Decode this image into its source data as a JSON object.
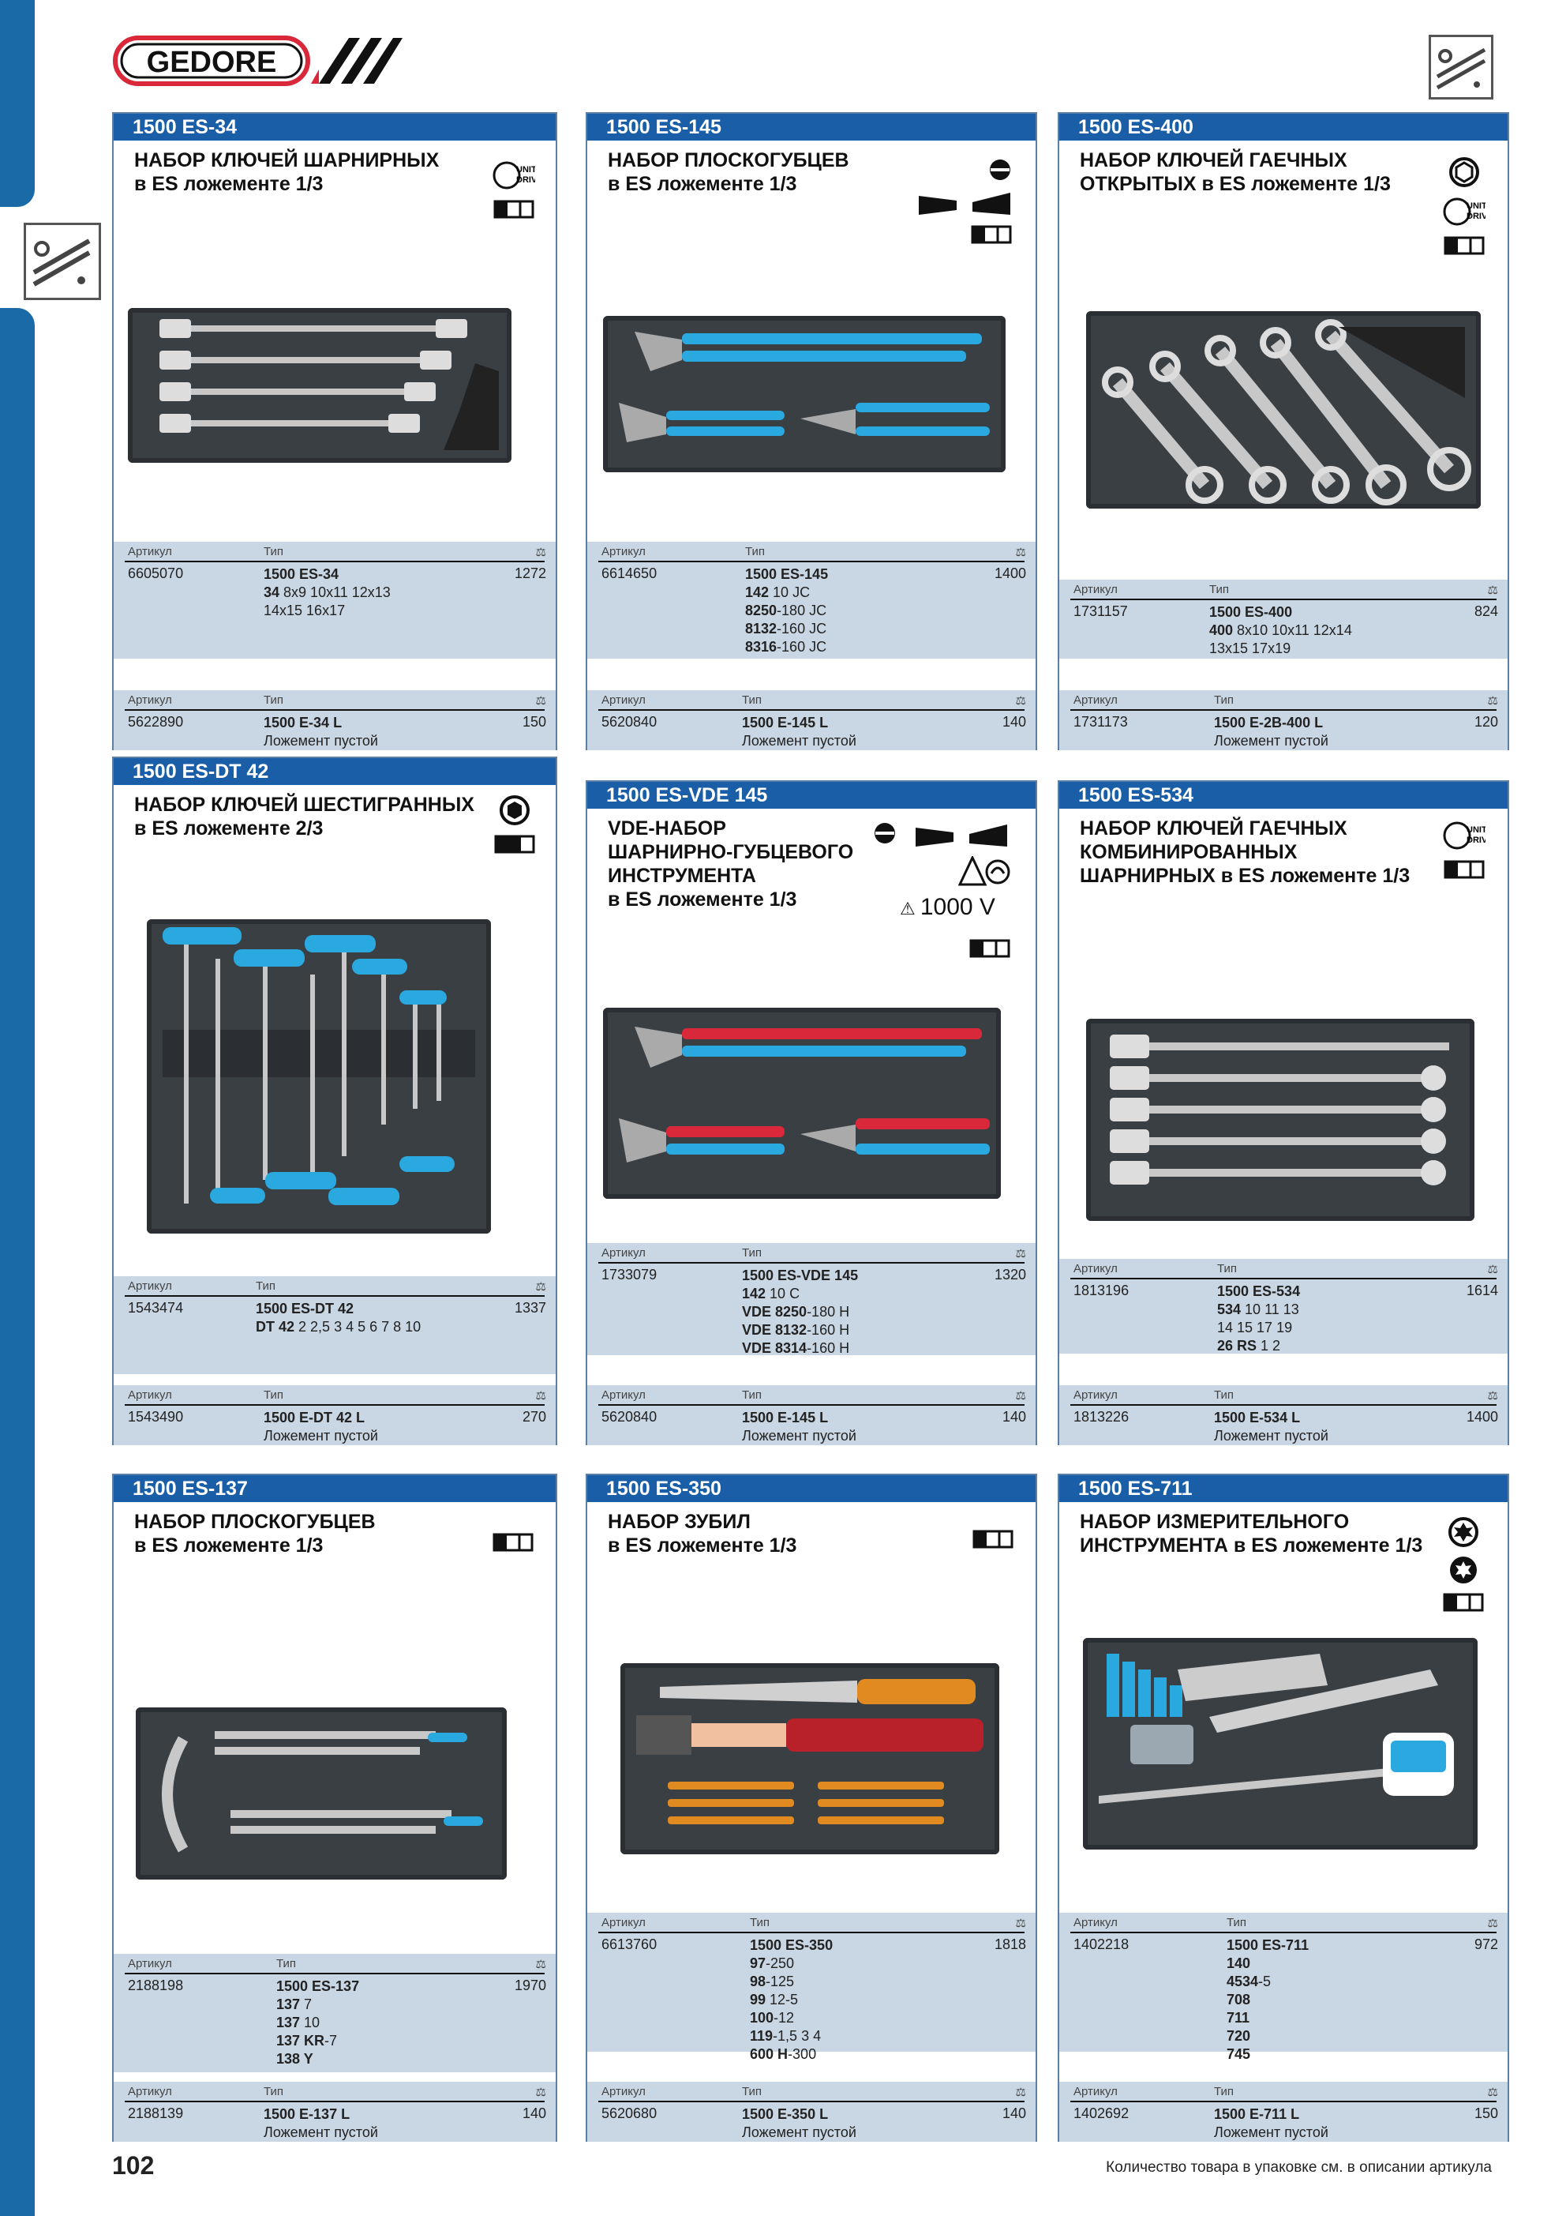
{
  "brand": "GEDORE",
  "page_number": "102",
  "footer_note": "Количество товара в упаковке см. в описании артикула",
  "labels": {
    "article": "Артикул",
    "type": "Тип"
  },
  "colors": {
    "accent": "#1a5ea8",
    "spec_bg": "#c9d6e3",
    "tool_blue": "#2aa8e0",
    "tool_red": "#d8283a"
  },
  "unit_drive": {
    "line1": "UNIT",
    "line2": "DRIVE"
  },
  "vde_voltage": "1000 V",
  "cards": [
    {
      "id": "1500 ES-34",
      "title_lines": [
        "НАБОР КЛЮЧЕЙ ШАРНИРНЫХ",
        "в ES ложементе 1/3"
      ],
      "rows": [
        {
          "article": "6605070",
          "type_lines": [
            [
              "1500 ES-34",
              ""
            ],
            [
              "34",
              " 8x9  10x11  12x13"
            ],
            [
              "",
              "14x15  16x17"
            ]
          ],
          "qty": "1272"
        },
        {
          "article": "5622890",
          "type_lines": [
            [
              "1500 E-34 L",
              ""
            ],
            [
              "",
              "Ложемент пустой"
            ]
          ],
          "qty": "150"
        }
      ]
    },
    {
      "id": "1500 ES-145",
      "title_lines": [
        "НАБОР ПЛОСКОГУБЦЕВ",
        "в ES ложементе 1/3"
      ],
      "rows": [
        {
          "article": "6614650",
          "type_lines": [
            [
              "1500 ES-145",
              ""
            ],
            [
              "142",
              " 10 JC"
            ],
            [
              "8250",
              "-180 JC"
            ],
            [
              "8132",
              "-160 JC"
            ],
            [
              "8316",
              "-160 JC"
            ]
          ],
          "qty": "1400"
        },
        {
          "article": "5620840",
          "type_lines": [
            [
              "1500 E-145 L",
              ""
            ],
            [
              "",
              "Ложемент пустой"
            ]
          ],
          "qty": "140"
        }
      ]
    },
    {
      "id": "1500 ES-400",
      "title_lines": [
        "НАБОР КЛЮЧЕЙ ГАЕЧНЫХ",
        "ОТКРЫТЫХ в ES ложементе 1/3"
      ],
      "rows": [
        {
          "article": "1731157",
          "type_lines": [
            [
              "1500 ES-400",
              ""
            ],
            [
              "400",
              " 8x10  10x11  12x14"
            ],
            [
              "",
              "13x15  17x19"
            ]
          ],
          "qty": "824"
        },
        {
          "article": "1731173",
          "type_lines": [
            [
              "1500 E-2B-400 L",
              ""
            ],
            [
              "",
              "Ложемент пустой"
            ]
          ],
          "qty": "120"
        }
      ]
    },
    {
      "id": "1500 ES-DT 42",
      "title_lines": [
        "НАБОР КЛЮЧЕЙ ШЕСТИГРАННЫХ",
        "в ES ложементе 2/3"
      ],
      "rows": [
        {
          "article": "1543474",
          "type_lines": [
            [
              "1500 ES-DT 42",
              ""
            ],
            [
              "DT 42",
              " 2  2,5  3  4  5  6  7  8  10"
            ]
          ],
          "qty": "1337"
        },
        {
          "article": "1543490",
          "type_lines": [
            [
              "1500 E-DT 42 L",
              ""
            ],
            [
              "",
              "Ложемент пустой"
            ]
          ],
          "qty": "270"
        }
      ]
    },
    {
      "id": "1500 ES-VDE 145",
      "title_lines": [
        "VDE-НАБОР",
        "ШАРНИРНО-ГУБЦЕВОГО",
        "ИНСТРУМЕНТА",
        "в ES ложементе 1/3"
      ],
      "rows": [
        {
          "article": "1733079",
          "type_lines": [
            [
              "1500 ES-VDE 145",
              ""
            ],
            [
              "142",
              " 10 C"
            ],
            [
              "VDE 8250",
              "-180 H"
            ],
            [
              "VDE 8132",
              "-160 H"
            ],
            [
              "VDE 8314",
              "-160 H"
            ]
          ],
          "qty": "1320"
        },
        {
          "article": "5620840",
          "type_lines": [
            [
              "1500 E-145 L",
              ""
            ],
            [
              "",
              "Ложемент пустой"
            ]
          ],
          "qty": "140"
        }
      ]
    },
    {
      "id": "1500 ES-534",
      "title_lines": [
        "НАБОР КЛЮЧЕЙ ГАЕЧНЫХ",
        "КОМБИНИРОВАННЫХ",
        "ШАРНИРНЫХ  в ES ложементе 1/3"
      ],
      "rows": [
        {
          "article": "1813196",
          "type_lines": [
            [
              "1500 ES-534",
              ""
            ],
            [
              "534",
              " 10  11  13"
            ],
            [
              "",
              "14  15  17  19"
            ],
            [
              "26 RS",
              "  1  2"
            ]
          ],
          "qty": "1614"
        },
        {
          "article": "1813226",
          "type_lines": [
            [
              "1500 E-534 L",
              ""
            ],
            [
              "",
              "Ложемент пустой"
            ]
          ],
          "qty": "1400"
        }
      ]
    },
    {
      "id": "1500 ES-137",
      "title_lines": [
        "НАБОР ПЛОСКОГУБЦЕВ",
        "в ES ложементе 1/3"
      ],
      "rows": [
        {
          "article": "2188198",
          "type_lines": [
            [
              "1500 ES-137",
              ""
            ],
            [
              "137",
              " 7"
            ],
            [
              "137",
              " 10"
            ],
            [
              "137 KR",
              "-7"
            ],
            [
              "138 Y",
              ""
            ]
          ],
          "qty": "1970"
        },
        {
          "article": "2188139",
          "type_lines": [
            [
              "1500 E-137 L",
              ""
            ],
            [
              "",
              "Ложемент пустой"
            ]
          ],
          "qty": "140"
        }
      ]
    },
    {
      "id": "1500 ES-350",
      "title_lines": [
        "НАБОР ЗУБИЛ",
        "в ES ложементе 1/3"
      ],
      "rows": [
        {
          "article": "6613760",
          "type_lines": [
            [
              "1500 ES-350",
              ""
            ],
            [
              "97",
              "-250"
            ],
            [
              "98",
              "-125"
            ],
            [
              "99",
              " 12-5"
            ],
            [
              "100",
              "-12"
            ],
            [
              "119",
              "-1,5  3  4"
            ],
            [
              "600 H",
              "-300"
            ]
          ],
          "qty": "1818"
        },
        {
          "article": "5620680",
          "type_lines": [
            [
              "1500 E-350 L",
              ""
            ],
            [
              "",
              "Ложемент пустой"
            ]
          ],
          "qty": "140"
        }
      ]
    },
    {
      "id": "1500 ES-711",
      "title_lines": [
        "НАБОР ИЗМЕРИТЕЛЬНОГО",
        "ИНСТРУМЕНТА в ES ложементе 1/3"
      ],
      "rows": [
        {
          "article": "1402218",
          "type_lines": [
            [
              "1500 ES-711",
              ""
            ],
            [
              "140",
              ""
            ],
            [
              "4534",
              "-5"
            ],
            [
              "708",
              ""
            ],
            [
              "711",
              ""
            ],
            [
              "720",
              ""
            ],
            [
              "745",
              ""
            ]
          ],
          "qty": "972"
        },
        {
          "article": "1402692",
          "type_lines": [
            [
              "1500 E-711 L",
              ""
            ],
            [
              "",
              "Ложемент пустой"
            ]
          ],
          "qty": "150"
        }
      ]
    }
  ]
}
